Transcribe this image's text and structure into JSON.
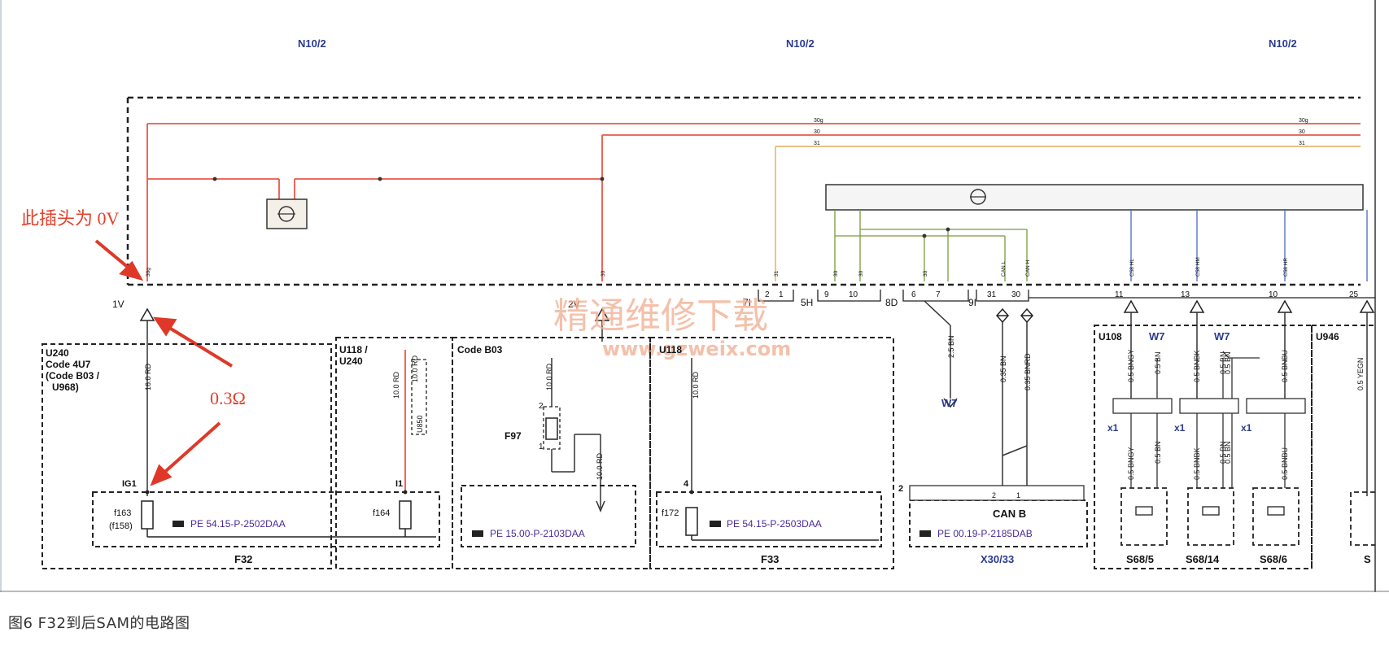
{
  "header": {
    "n10_labels": [
      "N10/2",
      "N10/2",
      "N10/2"
    ]
  },
  "annotations": {
    "connector_0v": "此插头为 0V",
    "resistance": "0.3Ω",
    "watermark_cn": "精通维修下载",
    "watermark_url": "www.gzweix.com"
  },
  "busbar": {
    "wires": [
      "30g",
      "30",
      "31",
      "30g",
      "30",
      "31"
    ],
    "connectors": [
      "1V",
      "2V",
      "7I",
      "5H",
      "8D",
      "9I"
    ],
    "pins": [
      "2",
      "1",
      "9",
      "10",
      "6",
      "7",
      "31",
      "30",
      "11",
      "13",
      "10",
      "25"
    ],
    "upper_pin_tags": [
      "30g",
      "30",
      "31",
      "30",
      "30",
      "30",
      "CAN L",
      "CAN H",
      "C58 HL",
      "C58 HM",
      "C58 HR"
    ]
  },
  "wires": {
    "w_16rd": "16.0 RD",
    "w_10rd_a": "10.0 RD",
    "w_10rd_b": "10.0 RD",
    "w_10rd_c": "10.0 RD",
    "w_10rd_d": "10.0 RD",
    "w_10rd_e": "10.0 RD",
    "w_25bn": "2.5 BN",
    "w_035bn": "0.35 BN",
    "w_035bnrd": "0.35 BNRD",
    "w_05bngy": "0.5 BNGY",
    "w_05bn": "0.5 BN",
    "w_05bnbk": "0.5 BNBK",
    "w_05bnbu": "0.5 BNBU",
    "w_05yegn": "0.5 YEGN",
    "u850": "U850"
  },
  "groups": {
    "u240_title": "U240",
    "u240_code": "Code 4U7",
    "u240_code2": "(Code B03 /",
    "u240_code3": "U968)",
    "u118_title": "U118 /",
    "u118_title2": "U240",
    "codeb03": "Code B03",
    "u118_partial": "U118",
    "u108": "U108",
    "u946": "U946",
    "w7_a": "W7",
    "w7_b": "W7",
    "w7_c": "W7",
    "x1_a": "x1",
    "x1_b": "x1",
    "x1_c": "x1"
  },
  "fuses": {
    "ig1": "IG1",
    "f163": "f163",
    "f158": "(f158)",
    "f164": "f164",
    "i1": "I1",
    "f97": "F97",
    "f97_pin2": "2",
    "f97_pin1": "1",
    "f172": "f172",
    "pin4": "4",
    "pin2": "2",
    "can_b": "CAN B",
    "can_pin2": "2",
    "can_pin1": "1"
  },
  "references": {
    "pe1": "PE 54.15-P-2502DAA",
    "pe2": "PE 15.00-P-2103DAA",
    "pe3": "PE 54.15-P-2503DAA",
    "pe4": "PE 00.19-P-2185DAB"
  },
  "block_labels": {
    "f32": "F32",
    "f33": "F33",
    "x30_33": "X30/33",
    "s68_5": "S68/5",
    "s68_14": "S68/14",
    "s68_6": "S68/6",
    "s_partial": "S"
  },
  "caption": "图6   F32到后SAM的电路图",
  "colors": {
    "wire_red": "#e8574a",
    "wire_green": "#7a9a3a",
    "wire_blue": "#4a6ac0",
    "label_blue": "#2a3b8f",
    "annotation_red": "#e0402a"
  }
}
